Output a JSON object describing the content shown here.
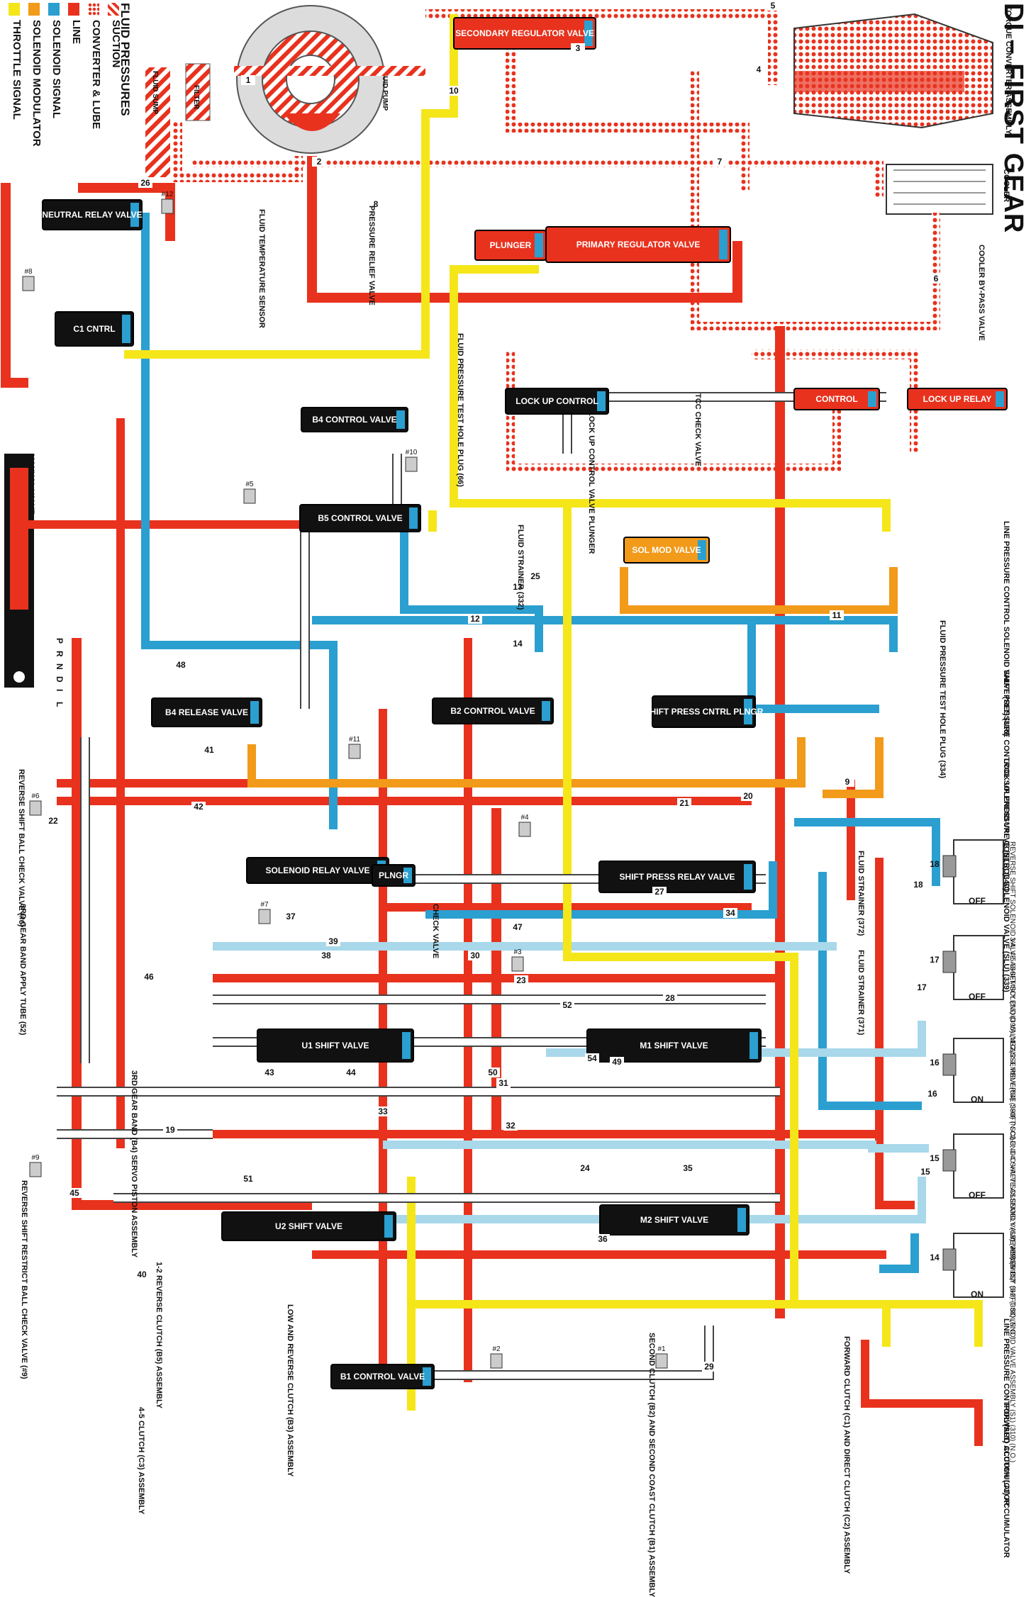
{
  "title": "DI – FIRST GEAR",
  "legend": {
    "heading": "FLUID PRESSURES",
    "items": [
      {
        "label": "SUCTION",
        "swatch": "suction-hatch",
        "color": "#e8321e"
      },
      {
        "label": "CONVERTER & LUBE",
        "swatch": "dots",
        "color": "#e8321e"
      },
      {
        "label": "LINE",
        "swatch": "solid",
        "color": "#e8321e"
      },
      {
        "label": "SOLENOID SIGNAL",
        "swatch": "solid",
        "color": "#2b9fd0"
      },
      {
        "label": "SOLENOID MODULATOR",
        "swatch": "solid",
        "color": "#f29a1a"
      },
      {
        "label": "THROTTLE SIGNAL",
        "swatch": "solid",
        "color": "#f5e61a"
      }
    ]
  },
  "colors": {
    "line": "#e8321e",
    "solenoid_signal": "#2b9fd0",
    "light_signal": "#a8d8ea",
    "solenoid_modulator": "#f29a1a",
    "throttle": "#f5e61a",
    "exhaust": "#ffffff",
    "valve_body": "#111111"
  },
  "valves": [
    {
      "name": "SECONDARY REGULATOR VALVE"
    },
    {
      "name": "PRIMARY REGULATOR VALVE"
    },
    {
      "name": "PLUNGER"
    },
    {
      "name": "NEUTRAL RELAY VALVE"
    },
    {
      "name": "C1 CNTRL"
    },
    {
      "name": "B4 CONTROL VALVE"
    },
    {
      "name": "B5 CONTROL VALVE"
    },
    {
      "name": "LOCK UP CONTROL"
    },
    {
      "name": "CONTROL"
    },
    {
      "name": "LOCK UP RELAY"
    },
    {
      "name": "SOL MOD VALVE"
    },
    {
      "name": "B4 RELEASE VALVE"
    },
    {
      "name": "B2 CONTROL VALVE"
    },
    {
      "name": "SHIFT PRESS CNTRL PLNGR"
    },
    {
      "name": "SOLENOID RELAY VALVE"
    },
    {
      "name": "PLNGR"
    },
    {
      "name": "SHIFT PRESS RELAY VALVE"
    },
    {
      "name": "U1 SHIFT VALVE"
    },
    {
      "name": "M1 SHIFT VALVE"
    },
    {
      "name": "U2 SHIFT VALVE"
    },
    {
      "name": "M2 SHIFT VALVE"
    },
    {
      "name": "B1 CONTROL VALVE"
    }
  ],
  "components": [
    {
      "name": "FLUID PUMP"
    },
    {
      "name": "FILTER"
    },
    {
      "name": "FLUID SUMP"
    },
    {
      "name": "TORQUE CONVERTER ASSEMBLY"
    },
    {
      "name": "COOLER"
    },
    {
      "name": "COOLER BY-PASS VALVE"
    },
    {
      "name": "FLUID TEMPERATURE SENSOR"
    },
    {
      "name": "PRESSURE RELIEF VALVE"
    },
    {
      "name": "FLUID PRESSURE TEST HOLE PLUG (66)"
    },
    {
      "name": "LOCK UP CONTROL VALVE PLUNGER"
    },
    {
      "name": "TCC CHECK VALVE"
    },
    {
      "name": "FLUID STRAINER (332)"
    },
    {
      "name": "LINE PRESSURE CONTROL SOLENOID VALVE (SLT) (316)"
    },
    {
      "name": "FLUID PRESSURE TEST HOLE PLUG (334)"
    },
    {
      "name": "SHIFT PRESSURE CONTROL SOLENOID VALVE (SLS) (340)"
    },
    {
      "name": "LOCK UP PRESSURE CONTROL SOLENOID VALVE (SLU) (339)"
    },
    {
      "name": "CHECK VALVE"
    },
    {
      "name": "MANUAL VALVE"
    },
    {
      "name": "REVERSE SHIFT BALL CHECK VALVE (#6)"
    },
    {
      "name": "3RD GEAR BAND APPLY TUBE (52)"
    },
    {
      "name": "3RD GEAR BAND (B4) SERVO PISTON ASSEMBLY"
    },
    {
      "name": "REVERSE SHIFT RESTRICT BALL CHECK VALVE (#9)"
    },
    {
      "name": "1-2 REVERSE CLUTCH (B5) ASSEMBLY"
    },
    {
      "name": "4-5 CLUTCH (C3) ASSEMBLY"
    },
    {
      "name": "LOW AND REVERSE CLUTCH (B3) ASSEMBLY"
    },
    {
      "name": "SECOND CLUTCH (B2) AND SECOND COAST CLUTCH (B1) ASSEMBLY"
    },
    {
      "name": "FORWARD CLUTCH (C1) AND DIRECT CLUTCH (C2) ASSEMBLY"
    },
    {
      "name": "LINE PRESSURE CONTROL (SLT) ACCUMULATOR"
    },
    {
      "name": "FORWARD CLUTCH (C1) ACCUMULATOR"
    },
    {
      "name": "FLUID STRAINER (372)"
    },
    {
      "name": "FLUID STRAINER (371)"
    }
  ],
  "solenoids": [
    {
      "name": "REVERSE SHIFT SOLENOID VALVE ASSEMBLY (S5) (395) (N.C.)",
      "state": "OFF",
      "passage": "18"
    },
    {
      "name": "3-4, 4-5 SHIFT SOLENOID VALVE ASSEMBLY (S4) (393) (N.C.)",
      "state": "OFF",
      "passage": "17"
    },
    {
      "name": "1-2, 2-3, REVERSE SHIFT SOLENOID VALVE ASSEMBLY (S3) (389) (N.C.)",
      "state": "ON",
      "passage": "16"
    },
    {
      "name": "2-3, 3-4 SHIFT SOLENOID VALVE ASSEMBLY (S2) (388) (N.O.)",
      "state": "OFF",
      "passage": "15"
    },
    {
      "name": "REVERSE 1ST SHIFT SOLENOID VALVE ASSEMBLY (S1) (310) (N.O.)",
      "state": "ON",
      "passage": "14"
    }
  ],
  "manual_valve_positions": [
    "P",
    "R",
    "N",
    "D",
    "I",
    "L"
  ],
  "check_balls": [
    "#1",
    "#2",
    "#3",
    "#4",
    "#5",
    "#6",
    "#7",
    "#8",
    "#9",
    "#10",
    "#11",
    "#12"
  ],
  "passage_numbers": [
    "1",
    "2",
    "3",
    "4",
    "5",
    "6",
    "7",
    "8",
    "9",
    "10",
    "11",
    "12",
    "13",
    "14",
    "15",
    "16",
    "17",
    "18",
    "19",
    "20",
    "21",
    "22",
    "23",
    "24",
    "25",
    "26",
    "27",
    "28",
    "29",
    "30",
    "31",
    "32",
    "33",
    "34",
    "35",
    "36",
    "37",
    "38",
    "39",
    "40",
    "41",
    "42",
    "43",
    "44",
    "45",
    "46",
    "47",
    "48",
    "49",
    "50",
    "51",
    "52",
    "54"
  ]
}
